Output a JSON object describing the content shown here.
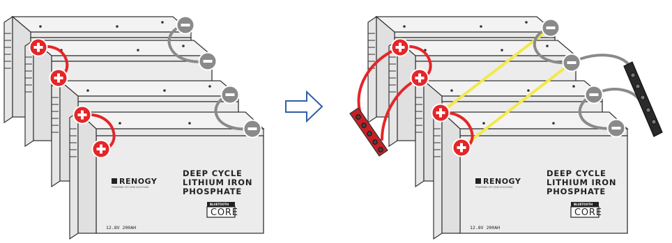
{
  "battery": {
    "brand": "RENOGY",
    "tagline": "POWERING OFF-GRID SOLUTIONS",
    "title_lines": [
      "DEEP CYCLE",
      "LITHIUM IRON",
      "PHOSPHATE"
    ],
    "bluetooth_label": "BLUETOOTH",
    "core_label": "CORE",
    "spec": "12.8V 200AH"
  },
  "terminals": {
    "positive_symbol": "+",
    "negative_symbol": "−"
  },
  "colors": {
    "positive": "#e52528",
    "negative": "#8a8a8a",
    "series_jumper_positive": "#e52528",
    "series_jumper_negative": "#8a8a8a",
    "parallel_cable": "#f2e94a",
    "busbar_positive": "#c62026",
    "busbar_negative": "#2a2a2a",
    "arrow": "#2f5fa6"
  },
  "panels": [
    {
      "name": "before",
      "description_icon": "battery-bank-series-pairs"
    },
    {
      "name": "after",
      "description_icon": "battery-bank-series-parallel-busbars"
    }
  ]
}
